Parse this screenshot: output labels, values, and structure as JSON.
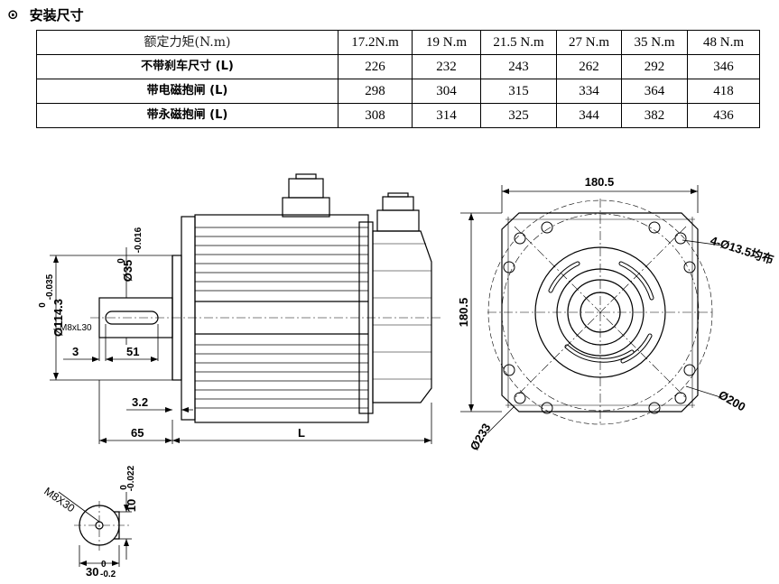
{
  "heading": {
    "bullet": "⊙",
    "title": "安装尺寸"
  },
  "table": {
    "header_label": "额定力矩(N.m)",
    "columns": [
      "17.2N.m",
      "19 N.m",
      "21.5 N.m",
      "27 N.m",
      "35 N.m",
      "48 N.m"
    ],
    "rows": [
      {
        "label": "不带刹车尺寸 (L)",
        "values": [
          "226",
          "232",
          "243",
          "262",
          "292",
          "346"
        ]
      },
      {
        "label": "带电磁抱闸  (L)",
        "values": [
          "298",
          "304",
          "315",
          "334",
          "364",
          "418"
        ]
      },
      {
        "label": "带永磁抱闸  (L)",
        "values": [
          "308",
          "314",
          "325",
          "344",
          "382",
          "436"
        ]
      }
    ]
  },
  "drawing": {
    "side_view": {
      "shaft_diameter": "Ø35",
      "shaft_diameter_tol_upper": "0",
      "shaft_diameter_tol_lower": "-0.016",
      "flange_diameter": "Ø114.3",
      "flange_diameter_tol_upper": "0",
      "flange_diameter_tol_lower": "-0.035",
      "thread": "M8xL30",
      "dim_3": "3",
      "dim_51": "51",
      "dim_3_2": "3.2",
      "dim_65": "65",
      "dim_L": "L"
    },
    "front_view": {
      "width": "180.5",
      "height": "180.5",
      "holes": "4-Ø13.5均布",
      "pcd": "Ø200",
      "outer_diameter": "Ø233"
    },
    "shaft_section": {
      "thread": "M8X30",
      "key_width": "10",
      "key_width_tol_upper": "0",
      "key_width_tol_lower": "-0.022",
      "key_depth": "30",
      "key_depth_tol_upper": "0",
      "key_depth_tol_lower": "-0.2"
    }
  }
}
